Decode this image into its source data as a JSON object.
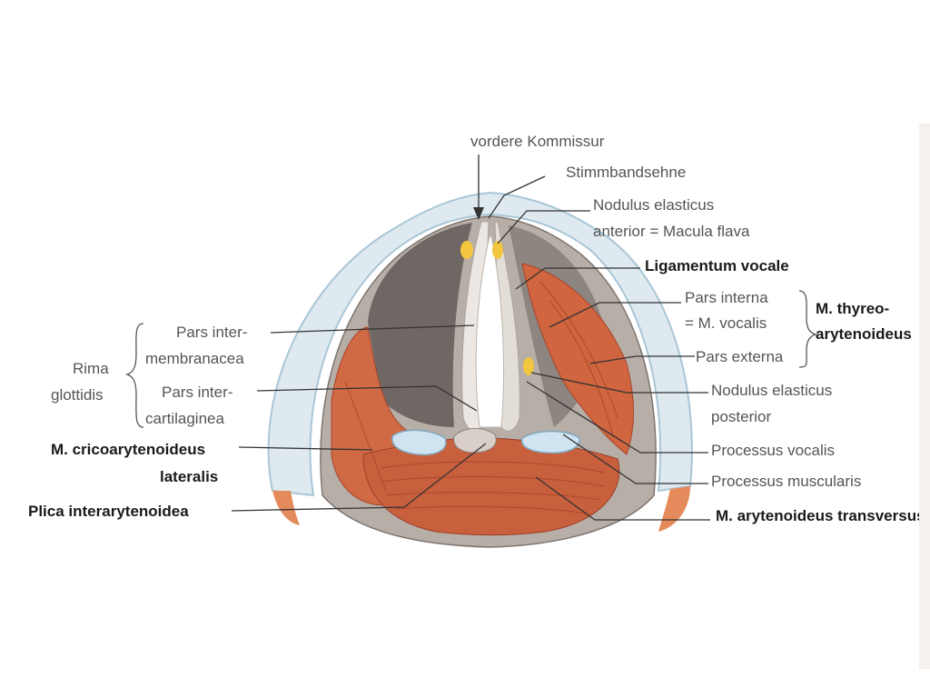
{
  "labels": {
    "vordere_kommissur": "vordere Kommissur",
    "stimmbandsehne": "Stimmbandsehne",
    "nodulus_anterior_1": "Nodulus elasticus",
    "nodulus_anterior_2": "anterior = Macula flava",
    "ligamentum_vocale": "Ligamentum vocale",
    "pars_interna_1": "Pars interna",
    "pars_interna_2": "= M. vocalis",
    "m_thyreo_1": "M. thyreo-",
    "m_thyreo_2": "arytenoideus",
    "pars_externa": "Pars externa",
    "nodulus_posterior_1": "Nodulus elasticus",
    "nodulus_posterior_2": "posterior",
    "processus_vocalis": "Processus vocalis",
    "processus_muscularis": "Processus muscularis",
    "m_arytenoideus_transversus": "M. arytenoideus transversus",
    "rima_1": "Rima",
    "rima_2": "glottidis",
    "pars_intermembranacea_1": "Pars inter-",
    "pars_intermembranacea_2": "membranacea",
    "pars_intercartilaginea_1": "Pars inter-",
    "pars_intercartilaginea_2": "cartilaginea",
    "m_cricoarytenoideus_1": "M. cricoarytenoideus",
    "m_cricoarytenoideus_2": "lateralis",
    "plica_interarytenoidea": "Plica interarytenoidea"
  },
  "colors": {
    "muscle": "#d0653f",
    "muscle_dark": "#a8432a",
    "cartilage": "#dce9ef",
    "cartilage_edge": "#9fbfd0",
    "tissue_gray": "#8f8884",
    "tissue_light": "#cfc6bf",
    "macula": "#f3c640",
    "leader": "#333333"
  }
}
